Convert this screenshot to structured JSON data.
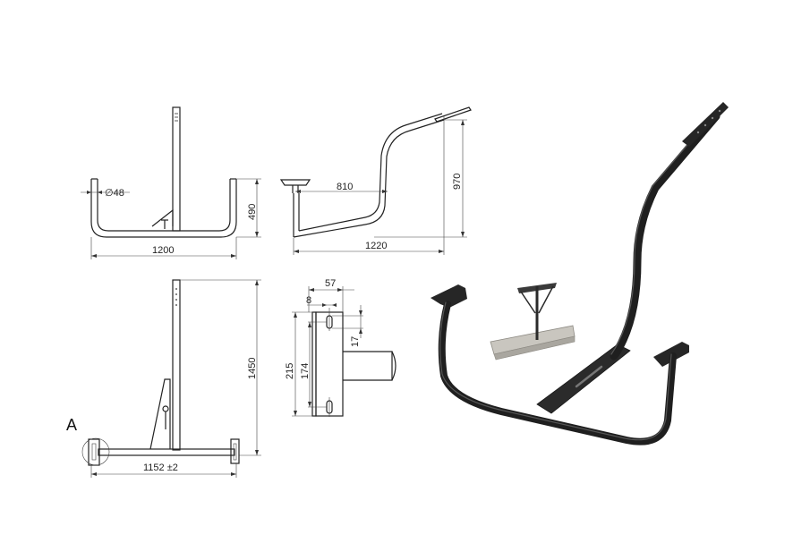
{
  "dimensions": {
    "front_width": "1200",
    "front_height": "490",
    "tube_diameter": "∅48",
    "side_length": "1220",
    "side_reach": "810",
    "side_height": "970",
    "rear_width": "1152 ±2",
    "rear_height": "1450",
    "detail_width": "57",
    "detail_offset": "8",
    "detail_slot": "17",
    "detail_spacing": "174",
    "detail_height": "215"
  },
  "labels": {
    "detail_marker": "A"
  },
  "colors": {
    "line": "#333333",
    "frame": "#1f1f1f",
    "pad": "#b8b5ae"
  }
}
